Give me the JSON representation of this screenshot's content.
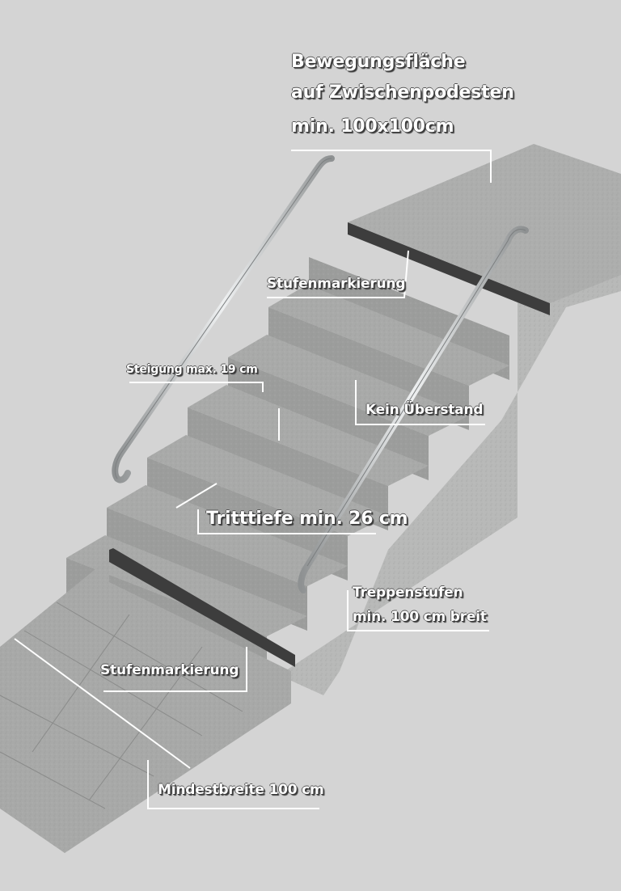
{
  "labels": {
    "platform_line1": "Bewegungsfläche",
    "platform_line2": "auf Zwischenpodesten",
    "platform_line3": "min. 100x100cm",
    "marking_top": "Stufenmarkierung",
    "rise": "Steigung max. 19 cm",
    "no_overhang": "Kein Überstand",
    "tread_depth": "Tritttiefe min. 26 cm",
    "steps_line1": "Treppenstufen",
    "steps_line2": "min. 100 cm breit",
    "marking_bottom": "Stufenmarkierung",
    "min_width": "Mindestbreite 100 cm"
  },
  "colors": {
    "background": "#d4d4d4",
    "stone_top": "#a9aaa9",
    "stone_front": "#9c9d9c",
    "stone_side": "#b6b7b6",
    "marking_strip": "#3d3d3d",
    "rail": "#c9cbcc",
    "leader_line": "#ffffff"
  }
}
